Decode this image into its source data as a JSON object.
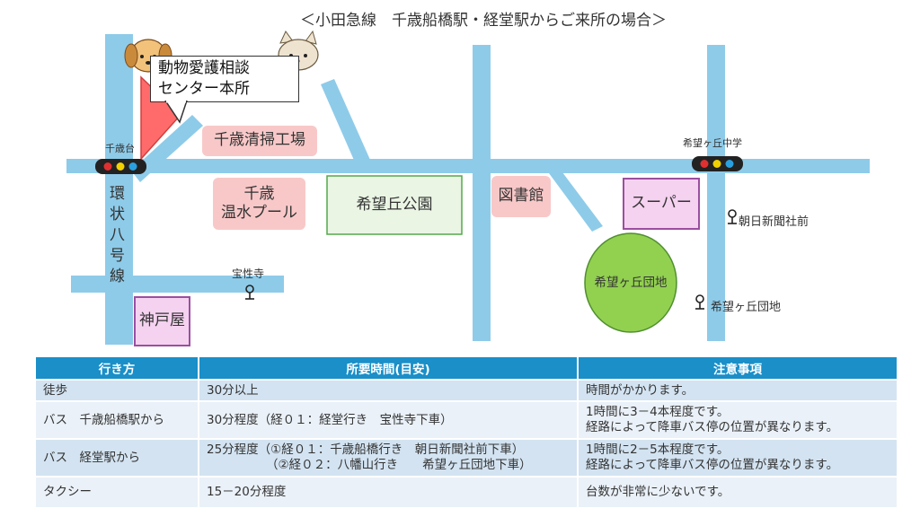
{
  "title": "＜小田急線　千歳船橋駅・経堂駅からご来所の場合＞",
  "map": {
    "callout_line1": "動物愛護相談",
    "callout_line2": "センター本所",
    "chitose_seisou": "千歳清掃工場",
    "chitose_onsui_line1": "千歳",
    "chitose_onsui_line2": "温水プール",
    "kibougaoka_park": "希望丘公園",
    "library": "図書館",
    "supermarket": "スーパー",
    "danchi": "希望ヶ丘団地",
    "kobeya": "神戸屋",
    "kanjo_road": "環状八号線",
    "signal_chitosedai": "千歳台",
    "signal_school": "希望ヶ丘中学",
    "bus_houshouji": "宝性寺",
    "bus_asahi": "朝日新聞社前",
    "bus_danchi": "希望ヶ丘団地",
    "colors": {
      "road": "#8ecbe9",
      "pink": "#f8c8c8",
      "park_border": "#54a84a",
      "danchi_fill": "#92d050",
      "marker": "#ff6b6b"
    }
  },
  "table": {
    "headers": [
      "行き方",
      "所要時間(目安)",
      "注意事項"
    ],
    "rows": [
      {
        "method": "徒歩",
        "time": [
          "30分以上"
        ],
        "note": [
          "時間がかかります。"
        ]
      },
      {
        "method": "バス　千歳船橋駅から",
        "time": [
          "30分程度（経０１：経堂行き　宝性寺下車）"
        ],
        "note": [
          "1時間に3－4本程度です。",
          "経路によって降車バス停の位置が異なります。"
        ]
      },
      {
        "method": "バス　経堂駅から",
        "time": [
          "25分程度（①経０１：千歳船橋行き　朝日新聞社前下車）",
          "（②経０２：八幡山行き　　希望ヶ丘団地下車）"
        ],
        "note": [
          "1時間に2－5本程度です。",
          "経路によって降車バス停の位置が異なります。"
        ]
      },
      {
        "method": "タクシー",
        "time": [
          "15－20分程度"
        ],
        "note": [
          "台数が非常に少ないです。"
        ]
      }
    ]
  }
}
